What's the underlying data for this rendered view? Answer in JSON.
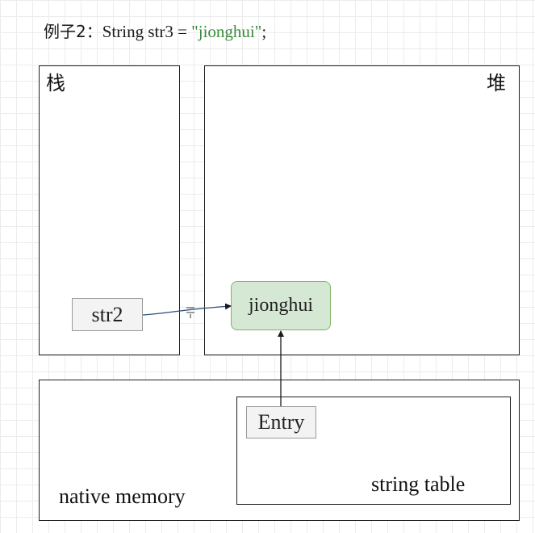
{
  "title": {
    "prefix": "例子2",
    "separator": "：",
    "code": "String str3 = ",
    "literal": "\"jionghui\"",
    "suffix": ";"
  },
  "regions": {
    "stack_label": "栈",
    "heap_label": "堆",
    "native_label": "native memory",
    "string_table_label": "string table"
  },
  "nodes": {
    "stack_var": "str2",
    "heap_object": "jionghui",
    "table_entry": "Entry"
  },
  "colors": {
    "object_fill": "#d5e8d4",
    "object_stroke": "#82b366",
    "literal_text": "#3b8a3b",
    "variable_fill": "#f3f3f3"
  }
}
